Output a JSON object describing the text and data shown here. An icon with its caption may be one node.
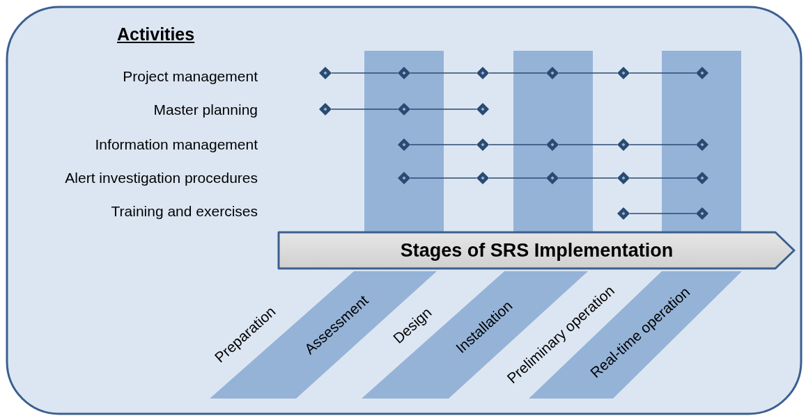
{
  "diagram": {
    "nodes": [
      {
        "text": [],
        "shape": "diamond"
      },
      {
        "text": [],
        "shape": "diamond"
      },
      {
        "text": [],
        "shape": "diamond"
      },
      {
        "text": [],
        "shape": "diamond"
      },
      {
        "text": [],
        "shape": "diamond"
      },
      {
        "text": [],
        "shape": "diamond"
      },
      {
        "text": [],
        "shape": "diamond"
      },
      {
        "text": [],
        "shape": "diamond"
      },
      {
        "text": [],
        "shape": "diamond"
      },
      {
        "text": [],
        "shape": "diamond"
      },
      {
        "text": [],
        "shape": "diamond"
      },
      {
        "text": [],
        "shape": "diamond"
      },
      {
        "text": [],
        "shape": "diamond"
      },
      {
        "text": [],
        "shape": "diamond"
      },
      {
        "text": [],
        "shape": "diamond"
      },
      {
        "text": [],
        "shape": "diamond"
      },
      {
        "text": [],
        "shape": "diamond"
      },
      {
        "text": [],
        "shape": "diamond"
      },
      {
        "text": [],
        "shape": "diamond"
      },
      {
        "text": [],
        "shape": "diamond"
      },
      {
        "text": [],
        "shape": "diamond"
      },
      {
        "text": [
          "Stages of SRS Implementation"
        ]
      },
      {
        "text": [
          "Assessment"
        ]
      },
      {
        "text": [
          "Installation"
        ]
      },
      {
        "text": [
          "Real-time operation"
        ]
      }
    ],
    "edges": [
      {
        "from": 0,
        "to": 1,
        "arrow": "none"
      },
      {
        "from": 1,
        "to": 2,
        "arrow": "none"
      },
      {
        "from": 2,
        "to": 3,
        "arrow": "none"
      },
      {
        "from": 3,
        "to": 4,
        "arrow": "none"
      },
      {
        "from": 4,
        "to": 5,
        "arrow": "none"
      },
      {
        "from": 6,
        "to": 7,
        "arrow": "none"
      },
      {
        "from": 7,
        "to": 8,
        "arrow": "none"
      },
      {
        "from": 9,
        "to": 10,
        "arrow": "none"
      },
      {
        "from": 10,
        "to": 11,
        "arrow": "none"
      },
      {
        "from": 11,
        "to": 12,
        "arrow": "none"
      },
      {
        "from": 12,
        "to": 13,
        "arrow": "none"
      },
      {
        "from": 14,
        "to": 15,
        "arrow": "none"
      },
      {
        "from": 15,
        "to": 16,
        "arrow": "none"
      },
      {
        "from": 16,
        "to": 17,
        "arrow": "none"
      },
      {
        "from": 17,
        "to": 18,
        "arrow": "none"
      },
      {
        "from": 19,
        "to": 20,
        "arrow": "none"
      }
    ],
    "labels": [
      "Activities",
      "Project management",
      "Master planning",
      "Information management",
      "Alert investigation procedures",
      "Training and exercises",
      "Preparation",
      "Design",
      "Preliminary operation"
    ]
  }
}
